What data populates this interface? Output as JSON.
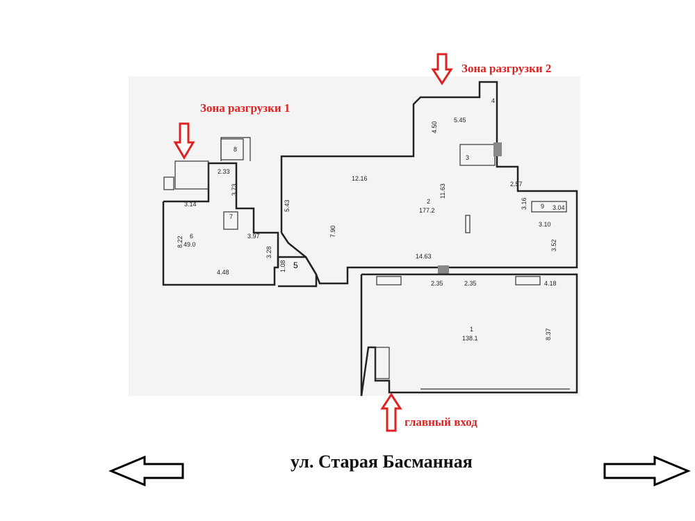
{
  "labels": {
    "zone1": "Зона разгрузки 1",
    "zone2": "Зона разгрузки 2",
    "main_entrance": "главный вход",
    "street": "ул. Старая Басманная"
  },
  "rooms": [
    {
      "number": "1",
      "area": "138.1"
    },
    {
      "number": "2",
      "area": "177.2"
    },
    {
      "number": "3"
    },
    {
      "number": "4"
    },
    {
      "number": "5"
    },
    {
      "number": "6",
      "area": "49.0"
    },
    {
      "number": "7"
    },
    {
      "number": "8"
    },
    {
      "number": "9"
    }
  ],
  "dimensions": [
    "2.33",
    "3.73",
    "3.14",
    "8.22",
    "3.97",
    "3.28",
    "4.48",
    "1.08",
    "5.43",
    "7.90",
    "12.16",
    "11.63",
    "14.63",
    "5.45",
    "4.50",
    "2.57",
    "3.16",
    "3.04",
    "3.10",
    "3.52",
    "2.35",
    "2.35",
    "4.18",
    "8.37"
  ],
  "colors": {
    "accent": "#dd2222"
  }
}
